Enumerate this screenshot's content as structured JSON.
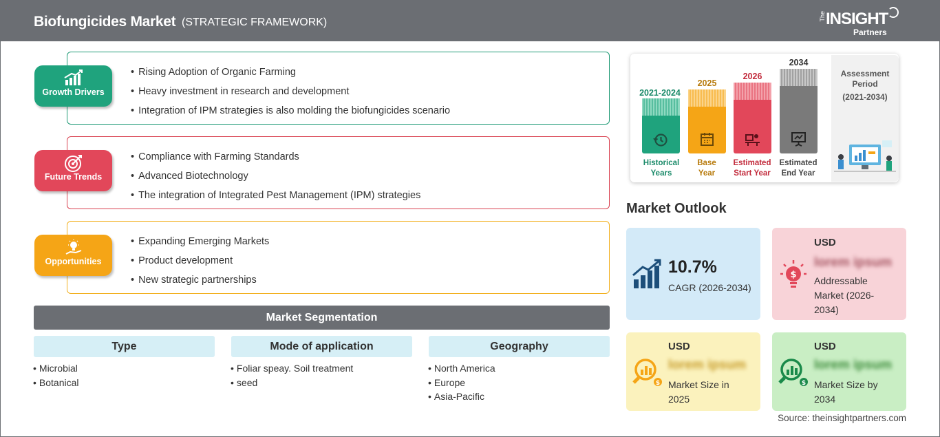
{
  "header": {
    "title": "Biofungicides Market",
    "subtitle": "(STRATEGIC FRAMEWORK)",
    "logo_the": "The",
    "logo_main": "INSIGHT",
    "logo_sub": "Partners"
  },
  "cards": [
    {
      "label": "Growth Drivers",
      "icon": "growth-chart-icon",
      "color": "#1fa37d",
      "items": [
        "Rising Adoption of Organic Farming",
        "Heavy investment in research and development",
        "Integration of IPM strategies is also molding the biofungicides scenario"
      ]
    },
    {
      "label": "Future Trends",
      "icon": "target-icon",
      "color": "#e2475a",
      "items": [
        "Compliance with Farming Standards",
        "Advanced Biotechnology",
        "The integration of Integrated Pest Management (IPM) strategies"
      ]
    },
    {
      "label": "Opportunities",
      "icon": "lightbulb-hand-icon",
      "color": "#f5a516",
      "items": [
        "Expanding Emerging Markets",
        "Product development",
        "New strategic partnerships"
      ]
    }
  ],
  "segmentation": {
    "title": "Market Segmentation",
    "columns": [
      {
        "header": "Type",
        "items": [
          "Microbial",
          "Botanical"
        ]
      },
      {
        "header": "Mode of application",
        "items": [
          "Foliar speay. Soil treatment",
          "seed"
        ]
      },
      {
        "header": "Geography",
        "items": [
          "North America",
          "Europe",
          "Asia-Pacific"
        ]
      }
    ]
  },
  "timeline": {
    "columns": [
      {
        "year": "2021-2024",
        "label_1": "Historical",
        "label_2": "Years",
        "color": "#1fa37d"
      },
      {
        "year": "2025",
        "label_1": "Base",
        "label_2": "Year",
        "color": "#f5a516"
      },
      {
        "year": "2026",
        "label_1": "Estimated",
        "label_2": "Start Year",
        "color": "#e2475a"
      },
      {
        "year": "2034",
        "label_1": "Estimated",
        "label_2": "End Year",
        "color": "#7a7a7a"
      }
    ],
    "assessment_1": "Assessment",
    "assessment_2": "Period",
    "assessment_3": "(2021-2034)"
  },
  "outlook": {
    "title": "Market Outlook",
    "cagr_value": "10.7%",
    "cagr_label": "CAGR (2026-2034)",
    "addr_usd": "USD",
    "addr_value": "lorem ipsum",
    "addr_desc_1": "Addressable",
    "addr_desc_2": "Market (2026-",
    "addr_desc_3": "2034)",
    "size25_usd": "USD",
    "size25_value": "lorem ipsum",
    "size25_desc_1": "Market Size in",
    "size25_desc_2": "2025",
    "size34_usd": "USD",
    "size34_value": "lorem ipsum",
    "size34_desc_1": "Market Size by",
    "size34_desc_2": "2034"
  },
  "source": "Source: theinsightpartners.com"
}
